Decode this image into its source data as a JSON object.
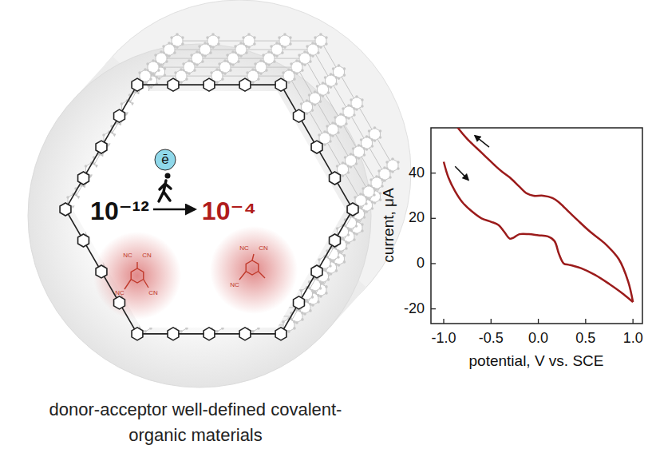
{
  "diagram": {
    "caption": "donor-acceptor well-defined covalent-organic materials",
    "labels": [
      "ē",
      "10⁻¹²",
      "10⁻⁴",
      "NC",
      "CN",
      "CN",
      "NC",
      "NC",
      "CN",
      "NC",
      "current, μA",
      "40",
      "20",
      "0",
      "-20",
      "potential, V vs. SCE",
      "-1.0",
      "-0.5",
      "0.0",
      "0.5",
      "1.0"
    ]
  }
}
